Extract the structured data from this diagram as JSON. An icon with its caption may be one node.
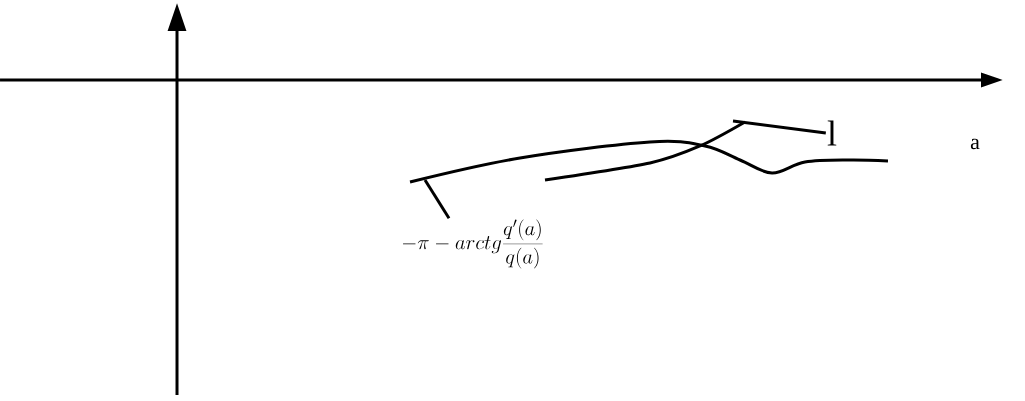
{
  "diagram": {
    "nodes": [
      {
        "text": [
          "-\\pi - arctg \\frac{q'(a)}{q(a)}"
        ]
      },
      {
        "text": [
          "l"
        ]
      },
      {
        "text": [],
        "shape": "curve"
      },
      {
        "text": [],
        "shape": "curve"
      }
    ],
    "edges": [
      {
        "from": 0,
        "to": 2,
        "arrow": "none"
      },
      {
        "from": 1,
        "to": 3,
        "arrow": "none"
      }
    ],
    "labels": [
      "a"
    ]
  }
}
